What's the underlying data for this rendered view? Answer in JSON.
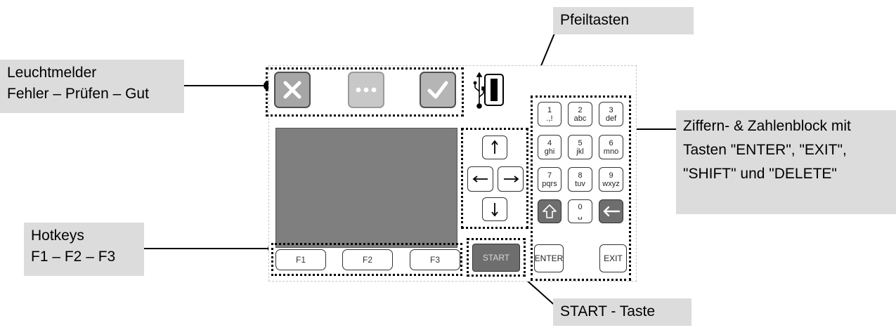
{
  "callouts": {
    "leuchtmelder": {
      "line1": "Leuchtmelder",
      "line2": "Fehler – Prüfen – Gut"
    },
    "pfeiltasten": {
      "text": "Pfeiltasten"
    },
    "ziffernblock": {
      "line1": "Ziffern- & Zahlenblock mit",
      "line2": "Tasten \"ENTER\", \"EXIT\",",
      "line3": "\"SHIFT\" und \"DELETE\""
    },
    "hotkeys": {
      "line1": "Hotkeys",
      "line2": "F1 – F2 – F3"
    },
    "start_taste": {
      "text": "START - Taste"
    }
  },
  "keypad": {
    "keys": [
      {
        "digit": "1",
        "letters": ".,!"
      },
      {
        "digit": "2",
        "letters": "abc"
      },
      {
        "digit": "3",
        "letters": "def"
      },
      {
        "digit": "4",
        "letters": "ghi"
      },
      {
        "digit": "5",
        "letters": "jkl"
      },
      {
        "digit": "6",
        "letters": "mno"
      },
      {
        "digit": "7",
        "letters": "pqrs"
      },
      {
        "digit": "8",
        "letters": "tuv"
      },
      {
        "digit": "9",
        "letters": "wxyz"
      }
    ],
    "zero": {
      "digit": "0",
      "letters": "␣"
    },
    "enter_label": "ENTER",
    "exit_label": "EXIT"
  },
  "hotkeys": {
    "f1": "F1",
    "f2": "F2",
    "f3": "F3"
  },
  "start_label": "START",
  "colors": {
    "callout_bg": "#dcdcdc",
    "display": "#7f7f7f",
    "lamp_error": "#a6a6a6",
    "lamp_check": "#c8c8c8",
    "lamp_good": "#b5b5b5",
    "dark_key": "#6e6e6e"
  }
}
